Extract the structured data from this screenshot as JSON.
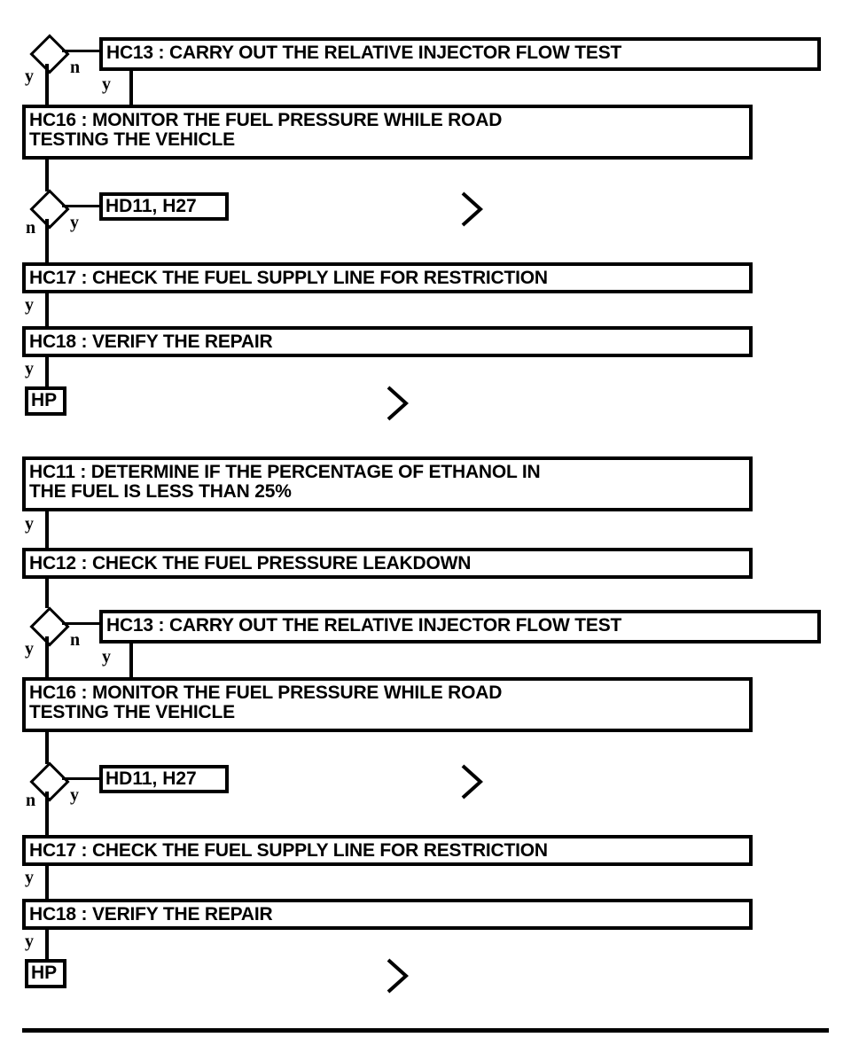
{
  "document": {
    "type": "diagnostic-flowchart",
    "title": "Fuel system diagnostic flowchart"
  },
  "sections": [
    {
      "id": "section-1",
      "nodes": [
        {
          "id": "d1",
          "kind": "decision",
          "yes_label": "y",
          "no_label": "n",
          "branch_label": "y"
        },
        {
          "id": "hc13-a",
          "kind": "step",
          "text": "HC13 : CARRY OUT THE RELATIVE INJECTOR FLOW TEST"
        },
        {
          "id": "hc16-a",
          "kind": "step",
          "text": "HC16 : MONITOR THE FUEL PRESSURE WHILE ROAD TESTING THE VEHICLE"
        },
        {
          "id": "d2",
          "kind": "decision",
          "yes_label": "y",
          "no_label": "n"
        },
        {
          "id": "ref-hd11-a",
          "kind": "reference",
          "text": "HD11, H27"
        },
        {
          "id": "hc17-a",
          "kind": "step",
          "text": "HC17 : CHECK THE FUEL SUPPLY LINE FOR RESTRICTION",
          "out_label": "y"
        },
        {
          "id": "hc18-a",
          "kind": "step",
          "text": "HC18 : VERIFY THE REPAIR",
          "out_label": "y"
        },
        {
          "id": "hp-a",
          "kind": "terminal",
          "text": "HP"
        }
      ]
    },
    {
      "id": "section-2",
      "nodes": [
        {
          "id": "hc11",
          "kind": "step",
          "text": "HC11 : DETERMINE IF THE PERCENTAGE OF ETHANOL IN THE FUEL IS LESS THAN 25%",
          "out_label": "y"
        },
        {
          "id": "hc12",
          "kind": "step",
          "text": "HC12 : CHECK THE FUEL PRESSURE LEAKDOWN"
        },
        {
          "id": "d3",
          "kind": "decision",
          "yes_label": "y",
          "no_label": "n",
          "branch_label": "y"
        },
        {
          "id": "hc13-b",
          "kind": "step",
          "text": "HC13 : CARRY OUT THE RELATIVE INJECTOR FLOW TEST"
        },
        {
          "id": "hc16-b",
          "kind": "step",
          "text": "HC16 : MONITOR THE FUEL PRESSURE WHILE ROAD TESTING THE VEHICLE"
        },
        {
          "id": "d4",
          "kind": "decision",
          "yes_label": "y",
          "no_label": "n"
        },
        {
          "id": "ref-hd11-b",
          "kind": "reference",
          "text": "HD11, H27"
        },
        {
          "id": "hc17-b",
          "kind": "step",
          "text": "HC17 : CHECK THE FUEL SUPPLY LINE FOR RESTRICTION",
          "out_label": "y"
        },
        {
          "id": "hc18-b",
          "kind": "step",
          "text": "HC18 : VERIFY THE REPAIR",
          "out_label": "y"
        },
        {
          "id": "hp-b",
          "kind": "terminal",
          "text": "HP"
        }
      ]
    }
  ],
  "labels": {
    "yes": "y",
    "no": "n"
  },
  "boxes": {
    "hc13_a": "HC13 : CARRY OUT THE RELATIVE INJECTOR FLOW TEST",
    "hc16_a_line1": "HC16 : MONITOR THE FUEL PRESSURE WHILE ROAD",
    "hc16_a_line2": "TESTING THE VEHICLE",
    "hc16_a": "HC16 : MONITOR THE FUEL PRESSURE WHILE ROAD\nTESTING THE VEHICLE",
    "ref_a": "HD11, H27",
    "hc17_a": "HC17 : CHECK THE FUEL SUPPLY LINE FOR RESTRICTION",
    "hc18_a": "HC18 : VERIFY THE REPAIR",
    "hp_a": "HP",
    "hc11": "HC11 : DETERMINE IF THE PERCENTAGE OF ETHANOL IN\nTHE FUEL IS LESS THAN 25%",
    "hc12": "HC12 : CHECK THE FUEL PRESSURE LEAKDOWN",
    "hc13_b": "HC13 : CARRY OUT THE RELATIVE INJECTOR FLOW TEST",
    "hc16_b": "HC16 : MONITOR THE FUEL PRESSURE WHILE ROAD\nTESTING THE VEHICLE",
    "ref_b": "HD11, H27",
    "hc17_b": "HC17 : CHECK THE FUEL SUPPLY LINE FOR RESTRICTION",
    "hc18_b": "HC18 : VERIFY THE REPAIR",
    "hp_b": "HP"
  },
  "edge_labels": {
    "d1_y": "y",
    "d1_n": "n",
    "d1_branch_y": "y",
    "d2_n": "n",
    "d2_y": "y",
    "hc17_a_y": "y",
    "hc18_a_y": "y",
    "hc11_y": "y",
    "d3_y": "y",
    "d3_n": "n",
    "d3_branch_y": "y",
    "d4_n": "n",
    "d4_y": "y",
    "hc17_b_y": "y",
    "hc18_b_y": "y"
  },
  "colors": {
    "stroke": "#000000",
    "background": "#ffffff"
  }
}
